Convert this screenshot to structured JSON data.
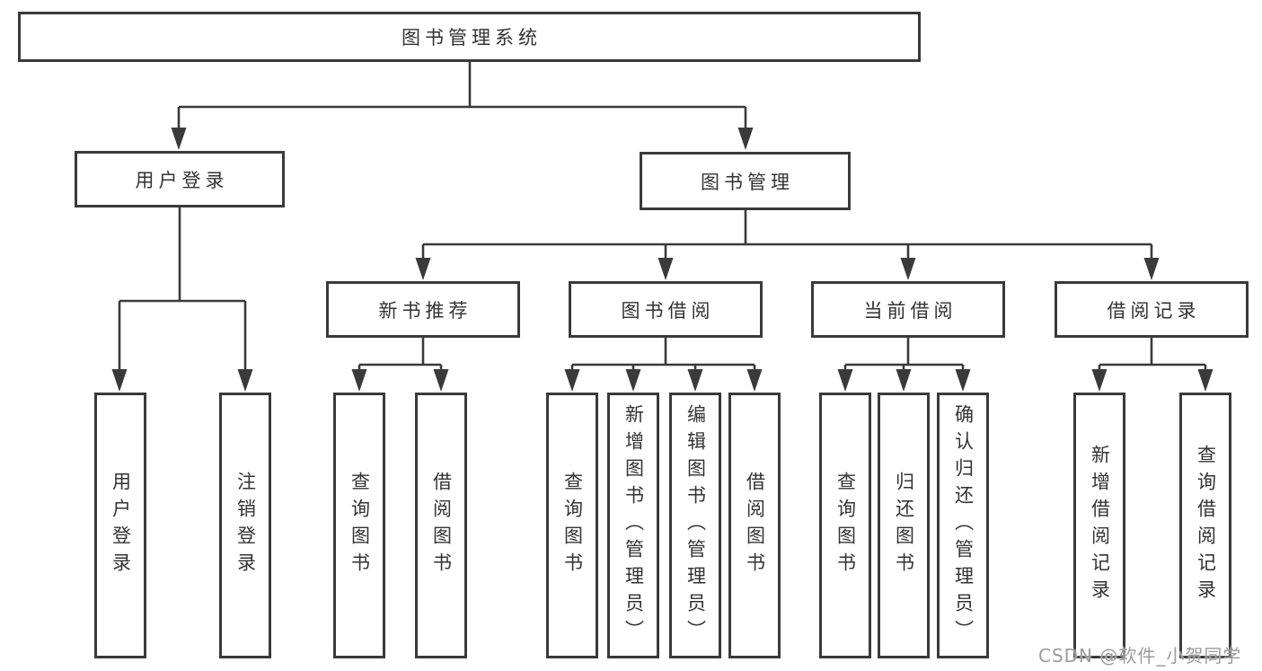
{
  "tree": {
    "root": {
      "label": "图书管理系统",
      "children": [
        {
          "label": "用户登录",
          "children": [
            {
              "label": "用户登录"
            },
            {
              "label": "注销登录"
            }
          ]
        },
        {
          "label": "图书管理",
          "children": [
            {
              "label": "新书推荐",
              "children": [
                {
                  "label": "查询图书"
                },
                {
                  "label": "借阅图书"
                }
              ]
            },
            {
              "label": "图书借阅",
              "children": [
                {
                  "label": "查询图书"
                },
                {
                  "label": "新增图书（管理员）"
                },
                {
                  "label": "编辑图书（管理员）"
                },
                {
                  "label": "借阅图书"
                }
              ]
            },
            {
              "label": "当前借阅",
              "children": [
                {
                  "label": "查询图书"
                },
                {
                  "label": "归还图书"
                },
                {
                  "label": "确认归还（管理员）"
                }
              ]
            },
            {
              "label": "借阅记录",
              "children": [
                {
                  "label": "新增借阅记录"
                },
                {
                  "label": "查询借阅记录"
                }
              ]
            }
          ]
        }
      ]
    }
  },
  "watermark": {
    "text": "CSDN @软件_小贺同学"
  },
  "colors": {
    "line": "#3a3a3a",
    "text": "#333333",
    "box_bg": "#ffffff",
    "page_bg": "#ffffff",
    "watermark": "#9b9b9b"
  }
}
